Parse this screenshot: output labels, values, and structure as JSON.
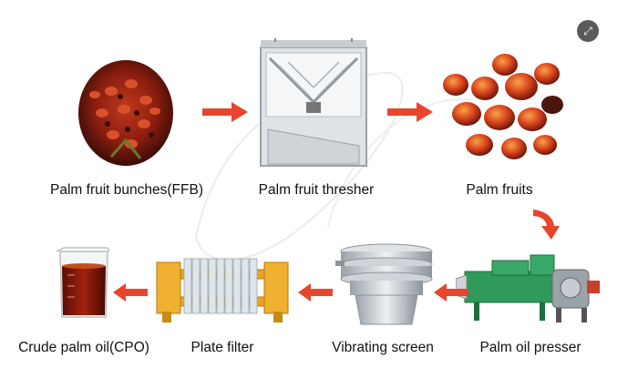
{
  "labels": {
    "ffb": "Palm fruit bunches(FFB)",
    "thresher": "Palm fruit thresher",
    "fruits": "Palm fruits",
    "presser": "Palm oil presser",
    "screen": "Vibrating screen",
    "filter": "Plate filter",
    "cpo": "Crude palm oil(CPO)"
  },
  "icons": {
    "corner_button": "expand-icon"
  },
  "colors": {
    "arrow": "#e8452c",
    "label": "#111111"
  }
}
